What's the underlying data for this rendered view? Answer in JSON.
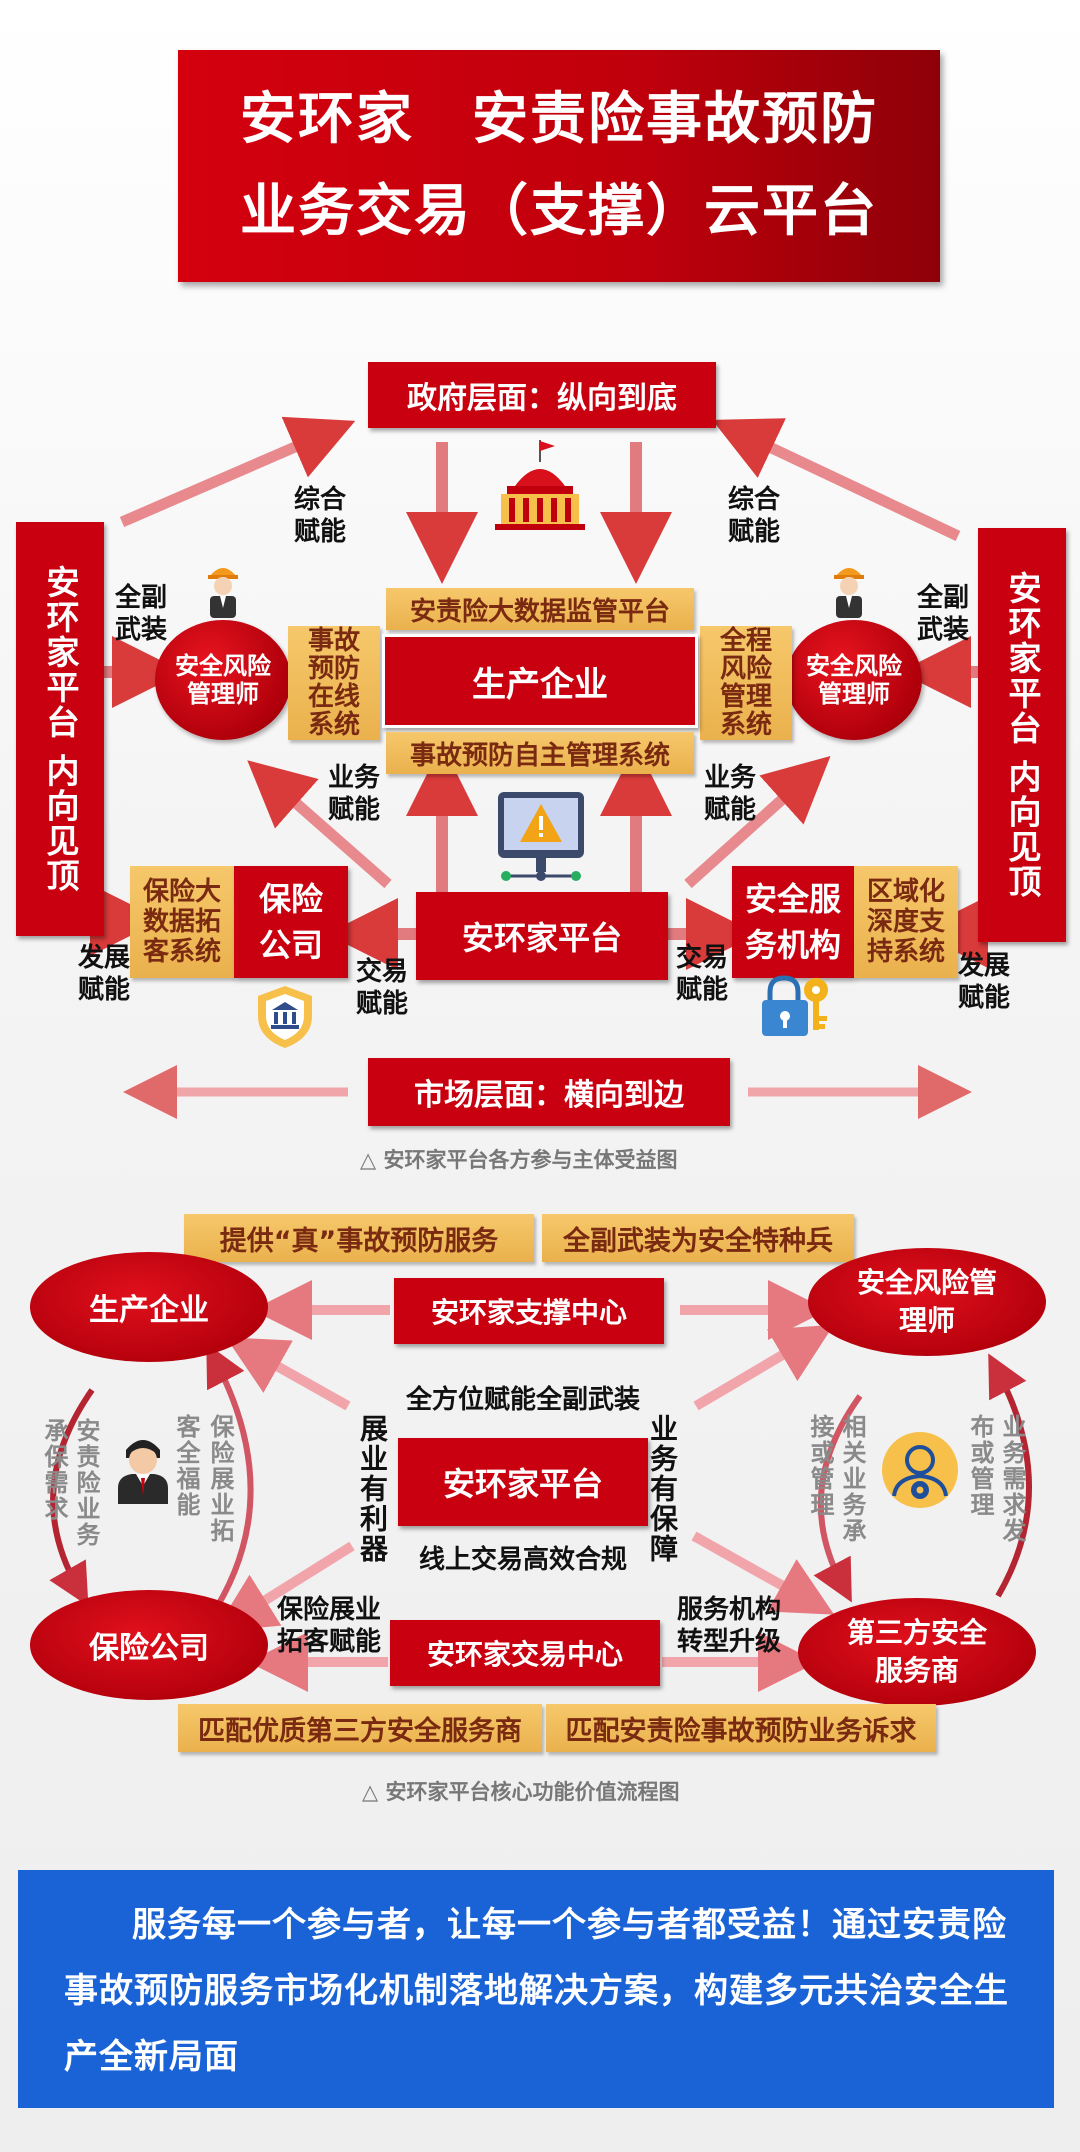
{
  "title": {
    "line1": "安环家　安责险事故预防",
    "line2": "业务交易（支撑）云平台"
  },
  "diagram1": {
    "gov": "政府层面：纵向到底",
    "market": "市场层面：横向到边",
    "left_side": "安环家平台 内向见顶",
    "right_side": "安环家平台 内向见顶",
    "left_circle": "安全风险管理师",
    "right_circle": "安全风险管理师",
    "left_gold": "事故预防在线系统",
    "right_gold": "全程风险管理系统",
    "top_gold": "安责险大数据监管平台",
    "center": "生产企业",
    "bottom_gold": "事故预防自主管理系统",
    "platform": "安环家平台",
    "insurance": "保险公司",
    "insurance_gold": "保险大数据拓客系统",
    "service_org": "安全服务机构",
    "service_gold": "区域化深度支持系统",
    "lbl_left_arm": "全副武装",
    "lbl_right_arm": "全副武装",
    "lbl_left_enable": "综合赋能",
    "lbl_right_enable": "综合赋能",
    "lbl_left_biz": "业务赋能",
    "lbl_right_biz": "业务赋能",
    "lbl_left_trade": "交易赋能",
    "lbl_right_trade": "交易赋能",
    "lbl_left_dev": "发展赋能",
    "lbl_right_dev": "发展赋能",
    "caption": "△ 安环家平台各方参与主体受益图"
  },
  "diagram2": {
    "gold_top_left": "提供“真”事故预防服务",
    "gold_top_right": "全副武装为安全特种兵",
    "support_center": "安环家支撑中心",
    "producer": "生产企业",
    "risk_manager": "安全风险管理师",
    "top_label": "全方位赋能全副武装",
    "platform": "安环家平台",
    "left_vertical": "展业有利器",
    "right_vertical": "业务有保障",
    "bottom_label": "线上交易高效合规",
    "insurance": "保险公司",
    "third_party": "第三方安全服务商",
    "trade_center": "安环家交易中心",
    "lbl_ins": "保险展业拓客赋能",
    "lbl_svc": "服务机构转型升级",
    "gold_bottom_left": "匹配优质第三方安全服务商",
    "gold_bottom_right": "匹配安责险事故预防业务诉求",
    "grey_left_1": "承保需求",
    "grey_left_2": "安责险业务",
    "grey_left_3": "客全福能",
    "grey_left_4": "保险展业拓",
    "grey_right_1": "接或管理",
    "grey_right_2": "相关业务承",
    "grey_right_3": "布或管理",
    "grey_right_4": "业务需求发",
    "caption": "△ 安环家平台核心功能价值流程图"
  },
  "footer": {
    "text": "服务每一个参与者，让每一个参与者都受益！通过安责险事故预防服务市场化机制落地解决方案，构建多元共治安全生产全新局面"
  },
  "colors": {
    "red": "#c8000f",
    "gold": "#eab14d",
    "blue": "#1a63d6"
  }
}
